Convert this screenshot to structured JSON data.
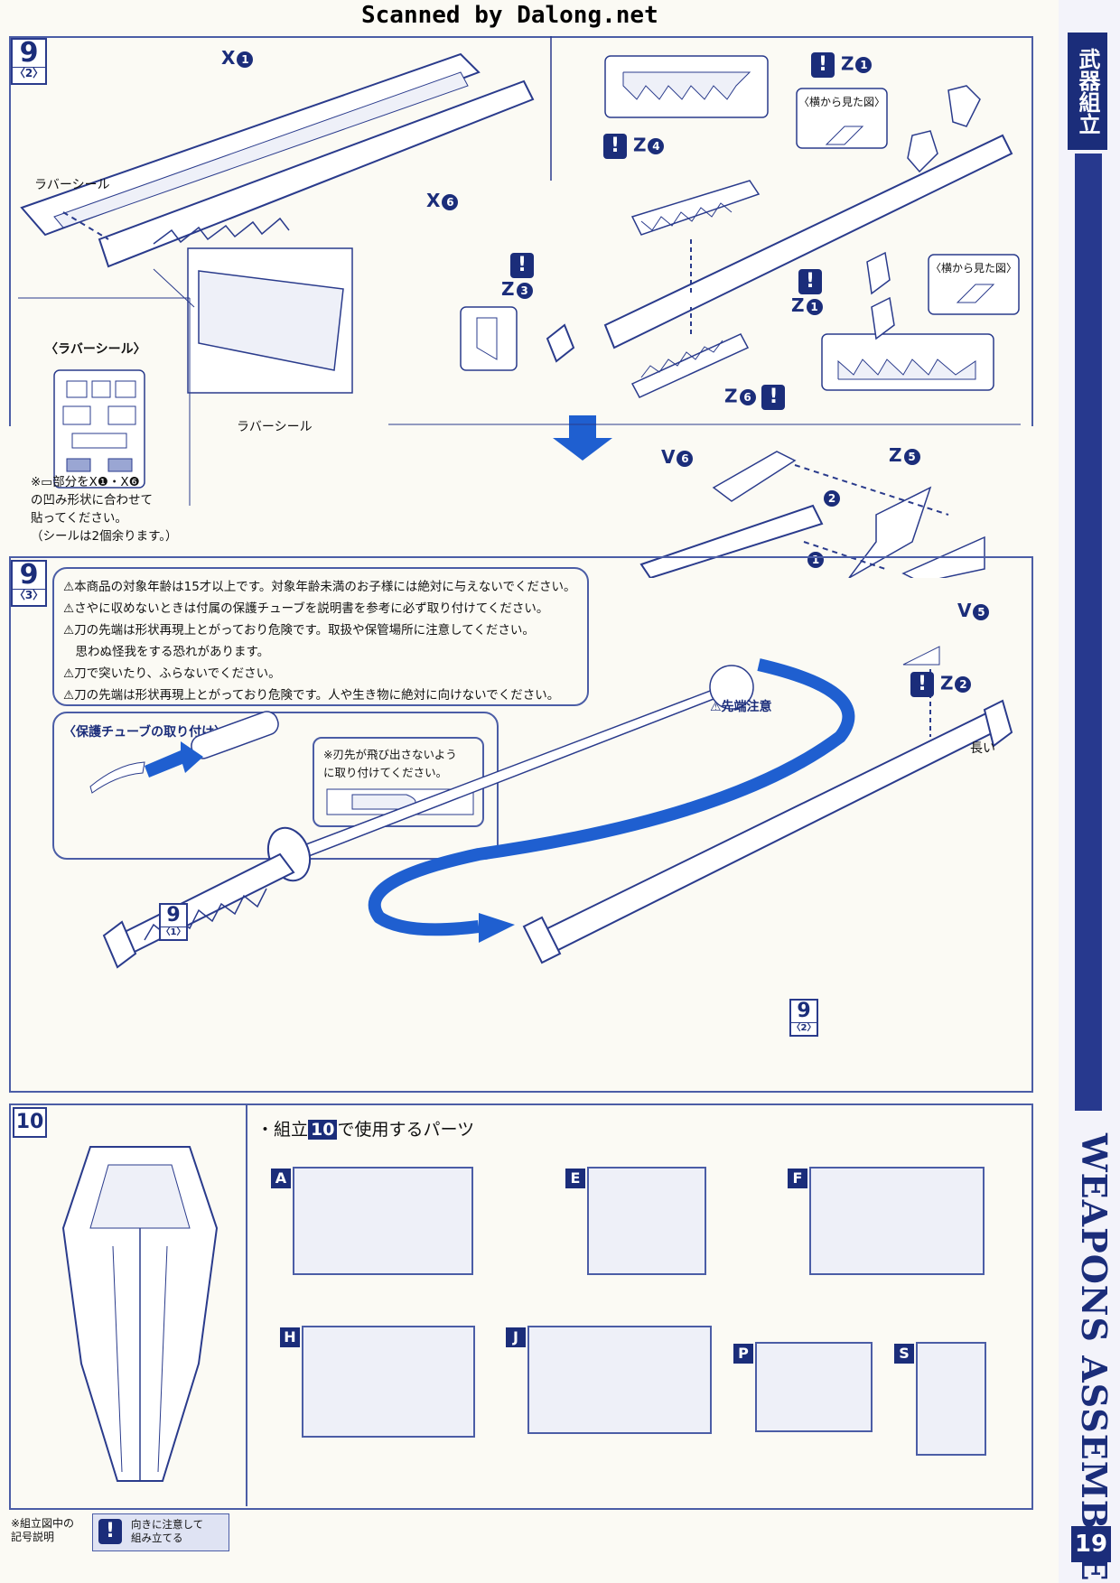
{
  "scanned_by": "Scanned by Dalong.net",
  "side": {
    "tab_label": "武器組立",
    "vertical_title": "WEAPONS ASSEMBLE",
    "page_number": "19"
  },
  "step_9_2": {
    "step": "9",
    "sub": "〈2〉",
    "labels": {
      "x1": "X",
      "x1_num": "1",
      "x6": "X",
      "x6_num": "6",
      "rubber_seal_1": "ラバーシール",
      "rubber_seal_2": "ラバーシール",
      "rubber_seal_heading": "〈ラバーシール〉",
      "z1_top": "Z",
      "z1_top_num": "1",
      "z1_mid": "Z",
      "z1_mid_num": "1",
      "z3": "Z",
      "z3_num": "3",
      "z4": "Z",
      "z4_num": "4",
      "z6": "Z",
      "z6_num": "6",
      "side_view_1": "〈横から見た図〉",
      "side_view_2": "〈横から見た図〉",
      "v6": "V",
      "v6_num": "6",
      "v5": "V",
      "v5_num": "5",
      "z5": "Z",
      "z5_num": "5",
      "order_1": "1",
      "order_2": "2"
    },
    "seal_note": [
      "※▭部分をX❶・X❻",
      "の凹み形状に合わせて",
      "貼ってください。",
      "（シールは2個余ります。）"
    ]
  },
  "step_9_3": {
    "step": "9",
    "sub": "〈3〉",
    "warnings": [
      "⚠本商品の対象年齢は15才以上です。対象年齢未満のお子様には絶対に与えないでください。",
      "⚠さやに収めないときは付属の保護チューブを説明書を参考に必ず取り付けてください。",
      "⚠刀の先端は形状再現上とがっており危険です。取扱や保管場所に注意してください。",
      "　思わぬ怪我をする恐れがあります。",
      "⚠刀で突いたり、ふらないでください。",
      "⚠刀の先端は形状再現上とがっており危険です。人や生き物に絶対に向けないでください。"
    ],
    "tube_heading": "〈保護チューブの取り付け〉",
    "tube_note": [
      "※刃先が飛び出さないよう",
      "に取り付けてください。"
    ],
    "tip_caution": "⚠先端注意",
    "z2": "Z",
    "z2_num": "2",
    "long_label": "長い",
    "ref_9_1_step": "9",
    "ref_9_1_sub": "〈1〉",
    "ref_9_2_step": "9",
    "ref_9_2_sub": "〈2〉"
  },
  "step_10": {
    "step": "10",
    "parts_heading_prefix": "・組立",
    "parts_heading_step": "10",
    "parts_heading_suffix": "で使用するパーツ",
    "runners": [
      "A",
      "E",
      "F",
      "H",
      "J",
      "P",
      "S"
    ]
  },
  "legend": {
    "title_line1": "※組立図中の",
    "title_line2": "記号説明",
    "icon": "!",
    "desc_line1": "向きに注意して",
    "desc_line2": "組み立てる"
  }
}
